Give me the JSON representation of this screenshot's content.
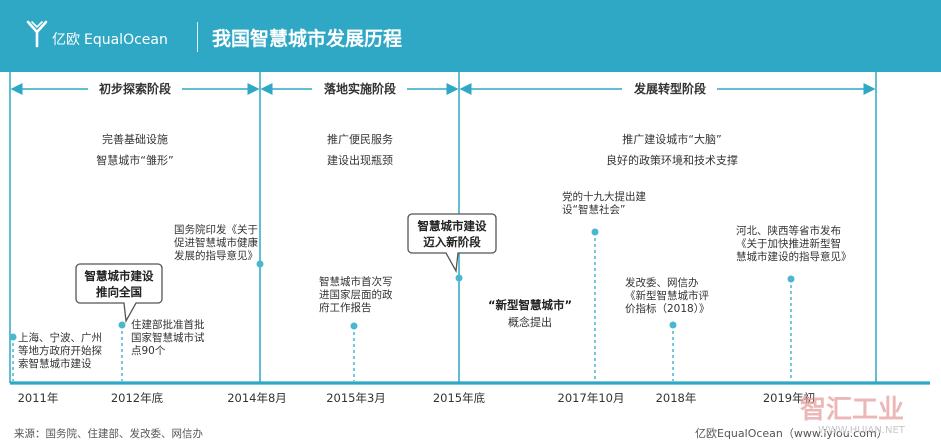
{
  "header": {
    "logo_cn": "亿欧",
    "logo_en": "EqualOcean",
    "title": "我国智慧城市发展历程"
  },
  "phases": [
    {
      "label": "初步探索阶段",
      "desc": [
        "完善基础设施",
        "智慧城市“雏形”"
      ]
    },
    {
      "label": "落地实施阶段",
      "desc": [
        "推广便民服务",
        "建设出现瓶颈"
      ]
    },
    {
      "label": "发展转型阶段",
      "desc": [
        "推广建设城市“大脑”",
        "良好的政策环境和技术支撑"
      ]
    }
  ],
  "timeline": [
    {
      "label": "2011年"
    },
    {
      "label": "2012年底"
    },
    {
      "label": "2014年8月"
    },
    {
      "label": "2015年3月"
    },
    {
      "label": "2015年底"
    },
    {
      "label": "2017年10月"
    },
    {
      "label": "2018年"
    },
    {
      "label": "2019年初"
    }
  ],
  "events": [
    {
      "lines": [
        "上海、宁波、广州",
        "等地方政府开始探",
        "索智慧城市建设"
      ]
    },
    {
      "lines": [
        "住建部批准首批",
        "国家智慧城市试",
        "点90个"
      ]
    },
    {
      "lines": [
        "国务院印发《关于",
        "促进智慧城市健康",
        "发展的指导意见》"
      ]
    },
    {
      "lines": [
        "智慧城市首次写",
        "进国家层面的政",
        "府工作报告"
      ]
    },
    {
      "lines": [
        "党的十九大提出建",
        "设“智慧社会”"
      ]
    },
    {
      "lines": [
        "发改委、网信办",
        "《新型智慧城市评",
        "价指标（2018）》"
      ]
    },
    {
      "lines": [
        "河北、陕西等省市发布",
        "《关于加快推进新型智",
        "慧城市建设的指导意见》"
      ]
    }
  ],
  "callouts": [
    {
      "lines": [
        "智慧城市建设",
        "推向全国"
      ]
    },
    {
      "lines": [
        "智慧城市建设",
        "迈入新阶段"
      ]
    }
  ],
  "concept": {
    "title": "“新型智慧城市”",
    "sub": "概念提出"
  },
  "footer": {
    "source": "来源：国务院、住建部、发改委、网信办",
    "brand": "亿欧EqualOcean（www.iyiou.com）"
  },
  "watermark": {
    "cn": "智汇工业",
    "en": "WWW.HUIAN.NET"
  },
  "colors": {
    "accent": "#2fa8c5",
    "dot": "#4ab6cf",
    "text": "#333333"
  }
}
